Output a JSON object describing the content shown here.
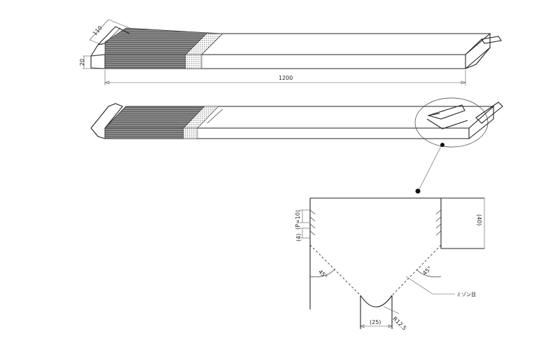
{
  "dimensions": {
    "width_110": "110",
    "height_20": "20",
    "length_1200": "1200",
    "pitch": "(P=10)",
    "depth_4": "(4)",
    "depth_40": "(40)",
    "angle_left": "45°",
    "angle_right": "45°",
    "radius": "R12.5",
    "width_25": "(25)"
  },
  "notes": {
    "tooth_label": "ミゾン目"
  },
  "colors": {
    "line": "#222222",
    "hatch": "#444444",
    "background": "#ffffff"
  }
}
